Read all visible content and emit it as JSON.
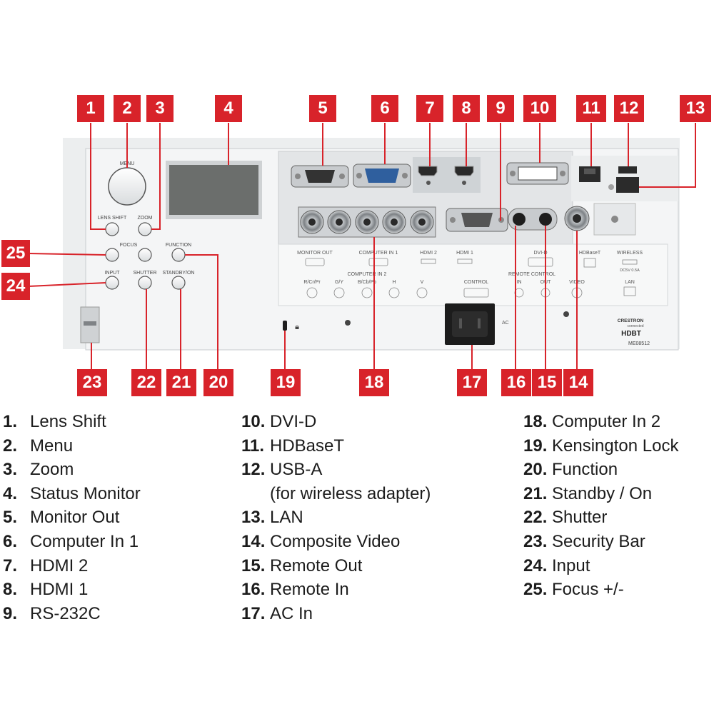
{
  "panel": {
    "button_labels": {
      "menu": "MENU",
      "lens_shift": "LENS SHIFT",
      "zoom": "ZOOM",
      "focus": "FOCUS",
      "function": "FUNCTION",
      "input": "INPUT",
      "shutter": "SHUTTER",
      "standby_on": "STANDBY/ON"
    },
    "port_labels": {
      "monitor_out": "MONITOR OUT",
      "computer_in_1": "COMPUTER IN 1",
      "hdmi_2": "HDMI 2",
      "hdmi_1": "HDMI 1",
      "dvi_d": "DVI-D",
      "hdbaset": "HDBaseT",
      "wireless": "WIRELESS",
      "wireless_spec": "DC5V 0.5A",
      "lan": "LAN",
      "computer_in_2": "COMPUTER IN 2",
      "bnc_r": "R/Cr/Pr",
      "bnc_g": "G/Y",
      "bnc_b": "B/Cb/Pb",
      "bnc_h": "H",
      "bnc_v": "V",
      "control": "CONTROL",
      "remote_control": "REMOTE CONTROL",
      "remote_in": "IN",
      "remote_out": "OUT",
      "video": "VIDEO",
      "ac": "AC",
      "brand": "CRESTRON",
      "brand_sub": "connected",
      "hdbt": "HDBT",
      "model": "ME08512"
    }
  },
  "callouts": [
    "1",
    "2",
    "3",
    "4",
    "5",
    "6",
    "7",
    "8",
    "9",
    "10",
    "11",
    "12",
    "13",
    "14",
    "15",
    "16",
    "17",
    "18",
    "19",
    "20",
    "21",
    "22",
    "23",
    "24",
    "25"
  ],
  "legend": {
    "col1": [
      {
        "num": "1.",
        "text": "Lens Shift"
      },
      {
        "num": "2.",
        "text": "Menu"
      },
      {
        "num": "3.",
        "text": "Zoom"
      },
      {
        "num": "4.",
        "text": "Status Monitor"
      },
      {
        "num": "5.",
        "text": "Monitor Out"
      },
      {
        "num": "6.",
        "text": "Computer In 1"
      },
      {
        "num": "7.",
        "text": "HDMI 2"
      },
      {
        "num": "8.",
        "text": "HDMI 1"
      },
      {
        "num": "9.",
        "text": "RS-232C"
      }
    ],
    "col2": [
      {
        "num": "10.",
        "text": "DVI-D"
      },
      {
        "num": "11.",
        "text": "HDBaseT"
      },
      {
        "num": "12.",
        "text": "USB-A",
        "text2": "(for wireless adapter)"
      },
      {
        "num": "13.",
        "text": "LAN"
      },
      {
        "num": "14.",
        "text": "Composite Video"
      },
      {
        "num": "15.",
        "text": "Remote Out"
      },
      {
        "num": "16.",
        "text": "Remote In"
      },
      {
        "num": "17.",
        "text": "AC In"
      }
    ],
    "col3": [
      {
        "num": "18.",
        "text": "Computer In 2"
      },
      {
        "num": "19.",
        "text": "Kensington Lock"
      },
      {
        "num": "20.",
        "text": "Function"
      },
      {
        "num": "21.",
        "text": "Standby / On"
      },
      {
        "num": "22.",
        "text": "Shutter"
      },
      {
        "num": "23.",
        "text": "Security Bar"
      },
      {
        "num": "24.",
        "text": "Input"
      },
      {
        "num": "25.",
        "text": "Focus +/-"
      }
    ]
  },
  "colors": {
    "callout_red": "#d8232a",
    "panel_bg": "#eef0f1",
    "text": "#1c1c1c"
  }
}
